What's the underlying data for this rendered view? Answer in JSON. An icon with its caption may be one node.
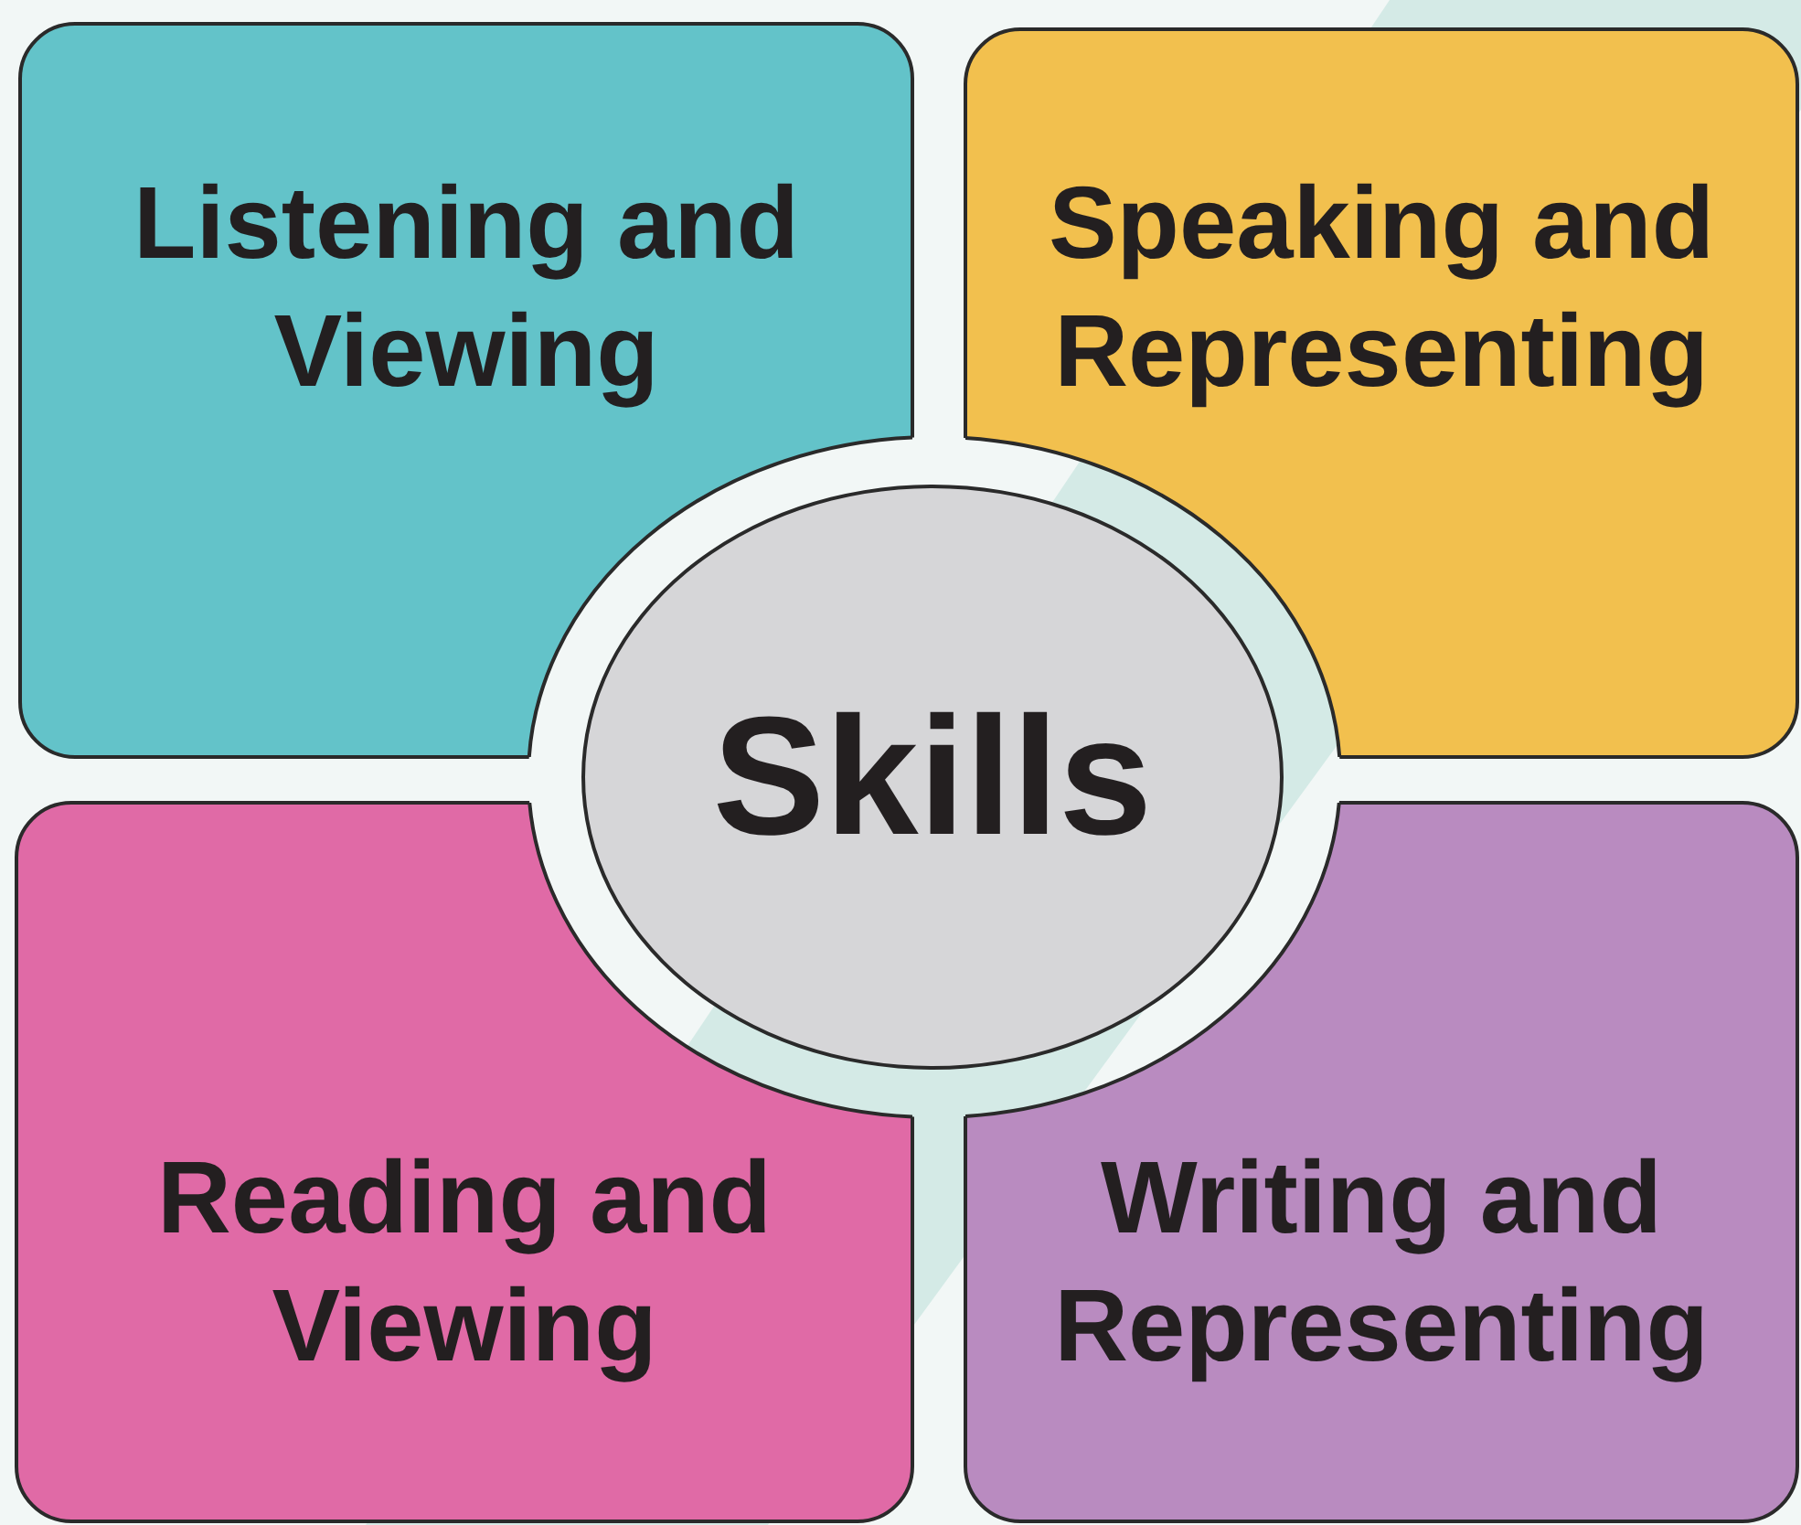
{
  "diagram": {
    "nodes": [
      {
        "text": [
          "Listening and Viewing"
        ]
      },
      {
        "text": [
          "Speaking and Representing"
        ]
      },
      {
        "text": [
          "Skills"
        ]
      },
      {
        "text": [
          "Reading and Viewing"
        ]
      },
      {
        "text": [
          "Writing and Representing"
        ]
      }
    ]
  }
}
